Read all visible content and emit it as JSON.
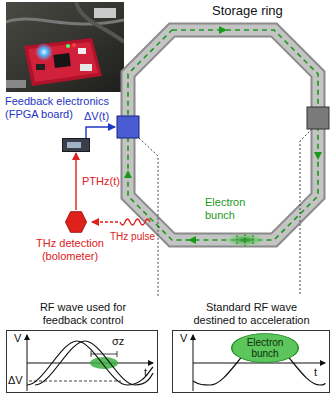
{
  "diagram": {
    "nodes": [
      {
        "text": [
          "Feedback electronics (FPGA board)"
        ]
      },
      {
        "text": [
          "THz detection (bolometer)"
        ]
      },
      {
        "text": [
          "RF wave used for feedback control"
        ]
      },
      {
        "text": [
          "Standard RF wave destined to acceleration"
        ]
      },
      {
        "text": [
          "Electron bunch"
        ],
        "in": 3
      }
    ],
    "edges": [
      {
        "from": 1,
        "to": 0,
        "label": "PTHz(t)",
        "arrow": "to"
      }
    ],
    "labels": [
      "Storage ring",
      "ΔV(t)",
      "THz pulse",
      "Electron bunch",
      "V",
      "σz",
      "ΔV",
      "t",
      "V",
      "t"
    ]
  }
}
